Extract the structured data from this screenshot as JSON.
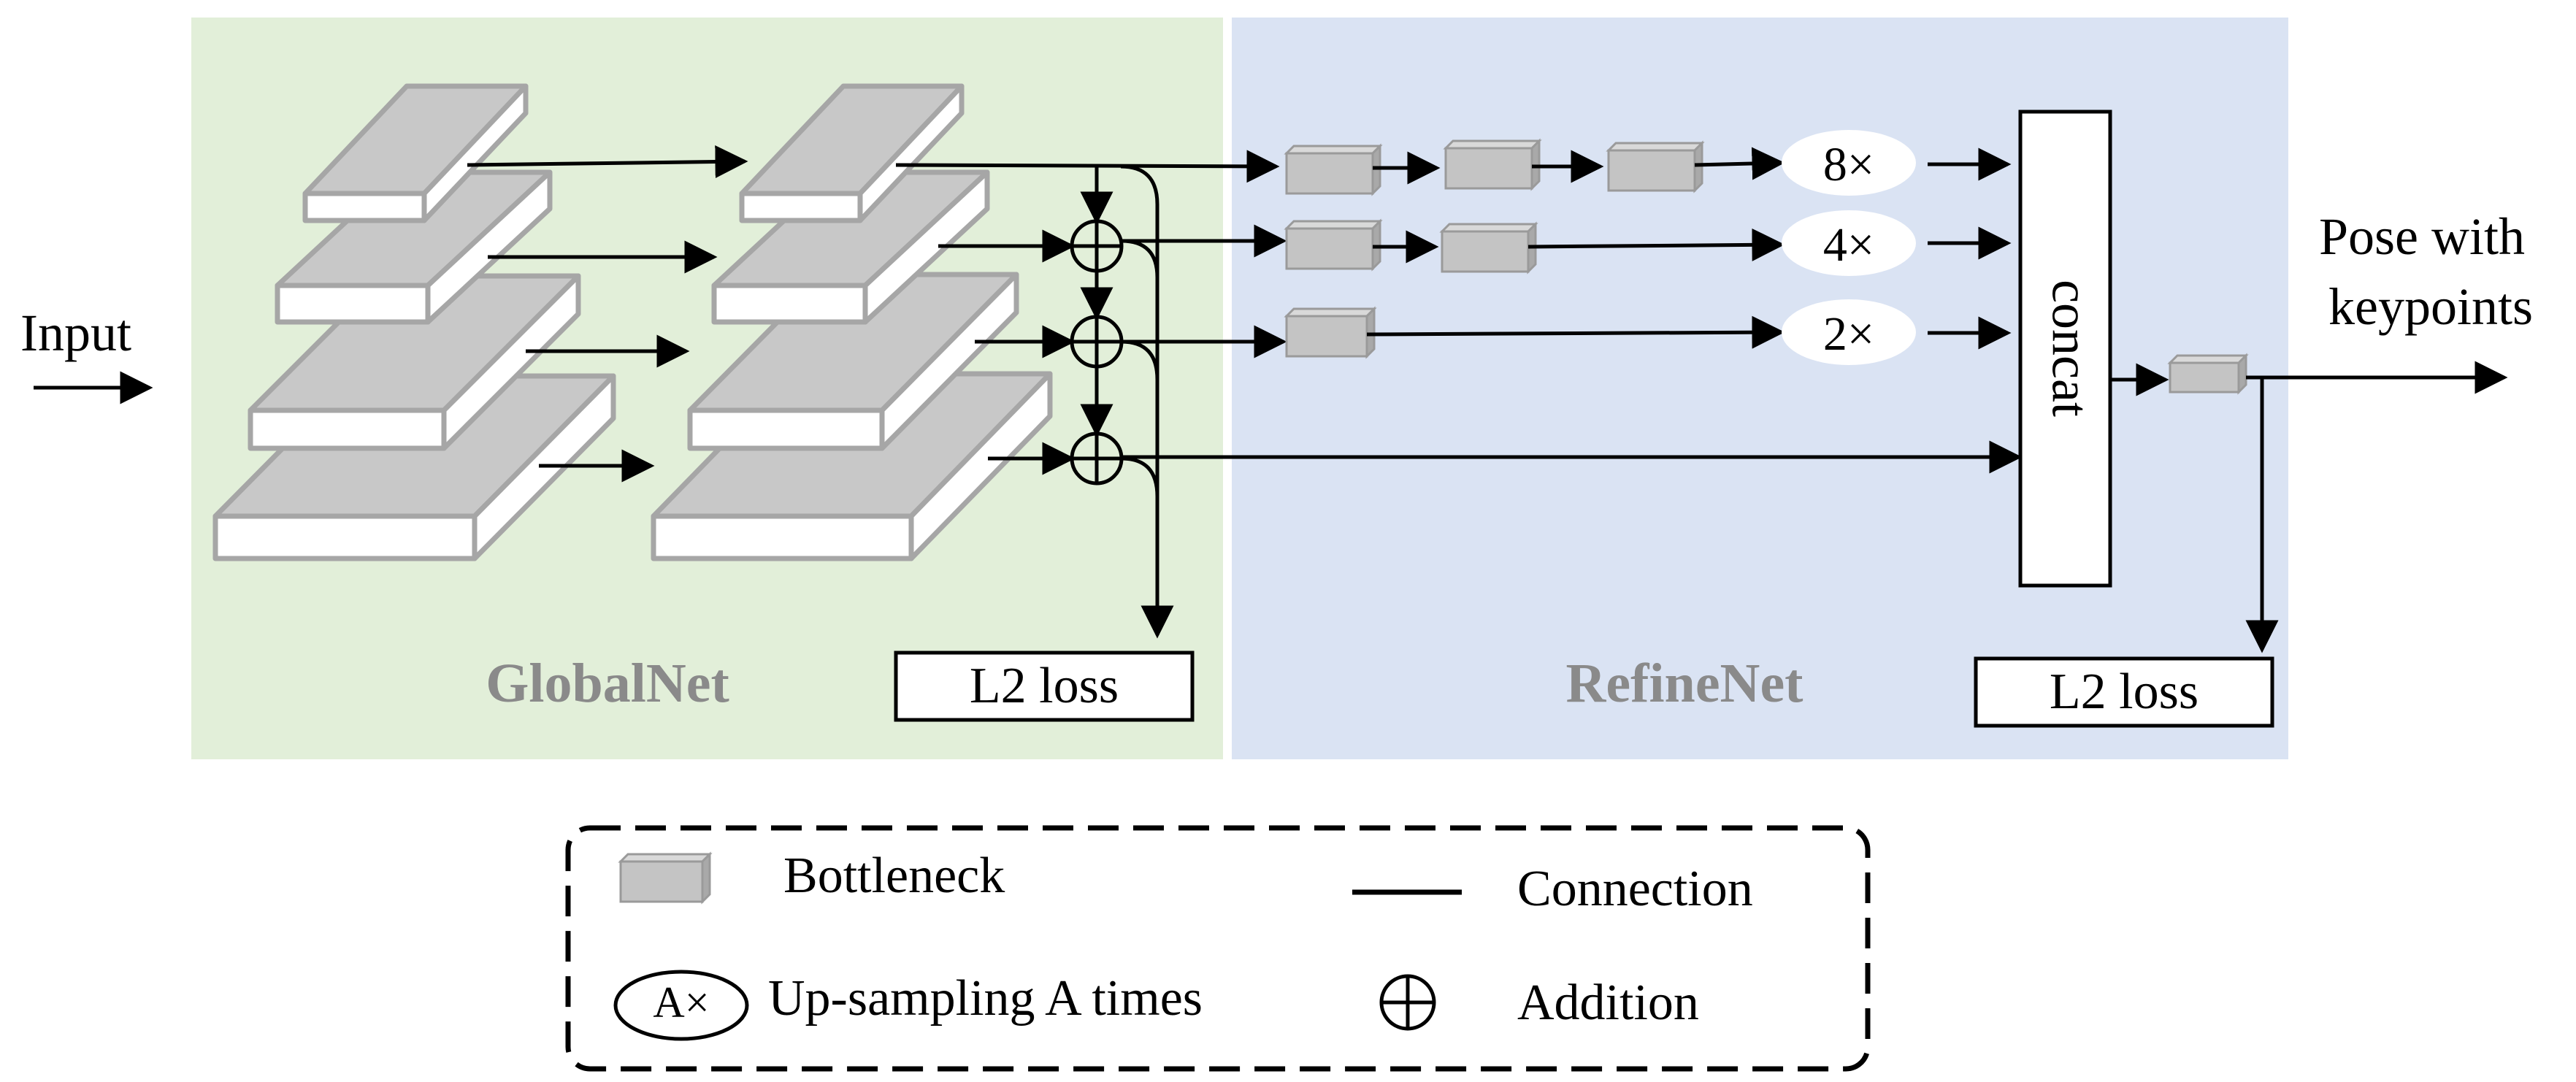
{
  "input_label": "Input",
  "output_label_line1": "Pose with",
  "output_label_line2": "keypoints",
  "globalnet": {
    "title": "GlobalNet",
    "loss_label": "L2 loss",
    "color": "#e2efd9"
  },
  "refinenet": {
    "title": "RefineNet",
    "loss_label": "L2 loss",
    "concat_label": "concat",
    "upsample_labels": [
      "8×",
      "4×",
      "2×"
    ],
    "color": "#dae3f3"
  },
  "legend": {
    "bottleneck": "Bottleneck",
    "connection": "Connection",
    "upsample_symbol": "A×",
    "upsample": "Up-sampling A times",
    "addition": "Addition"
  },
  "icons": {
    "bottleneck": "gray-3d-box",
    "addition": "circled-plus",
    "arrow": "arrowhead"
  }
}
